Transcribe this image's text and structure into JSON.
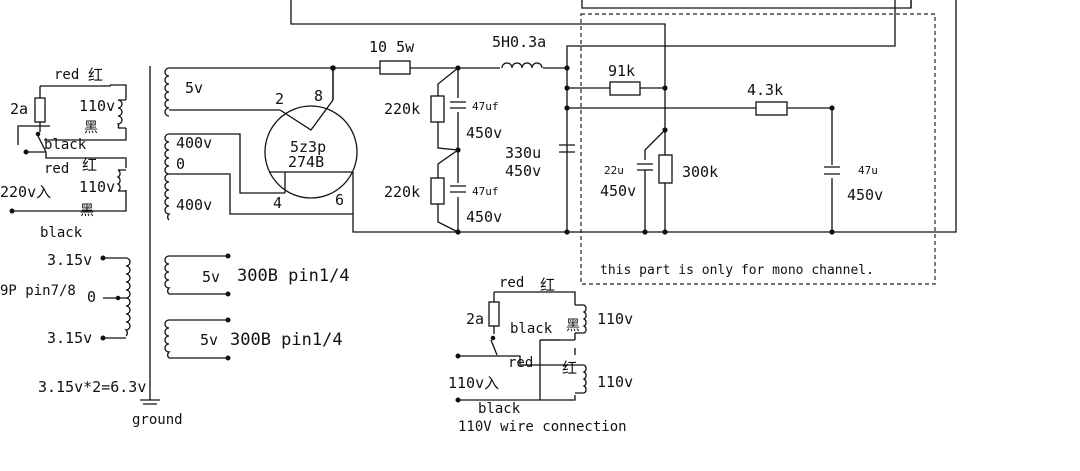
{
  "labels": {
    "fuse_left": "2a",
    "wire_red_1": "red",
    "hanzi_hong_1": "红",
    "v110_1": "110v",
    "hanzi_hei_1": "黑",
    "wire_black_1": "black",
    "wire_red_2": "red",
    "hanzi_hong_2": "红",
    "input_220": "220v入",
    "v110_2": "110v",
    "hanzi_hei_2": "黑",
    "wire_black_2": "black",
    "v5_rect": "5v",
    "hv400_top": "400v",
    "hv0": "0",
    "hv400_bot": "400v",
    "tube_pin2": "2",
    "tube_pin8": "8",
    "tube_type": "5z3p",
    "tube_alt": "274B",
    "tube_pin4": "4",
    "tube_pin6": "6",
    "resistor_10_5w": "10 5w",
    "choke": "5H0.3a",
    "res_220k_1": "220k",
    "cap_47uf_1": "47uf",
    "cap_450v_1": "450v",
    "res_220k_2": "220k",
    "cap_47uf_2": "47uf",
    "cap_450v_2": "450v",
    "cap_330u": "330u",
    "cap_330u_v": "450v",
    "res_91k": "91k",
    "res_4_3k": "4.3k",
    "cap_22u": "22u",
    "cap_22u_v": "450v",
    "res_300k": "300k",
    "cap_47u": "47u",
    "cap_47u_v": "450v",
    "mono_note": "this part is only for mono channel.",
    "fil_315_top": "3.15v",
    "fil_pin": "9P pin7/8",
    "fil_0": "0",
    "fil_315_bot": "3.15v",
    "fil_formula": "3.15v*2=6.3v",
    "ground": "ground",
    "h1_5v": "5v",
    "h1_label": "300B pin1/4",
    "h2_5v": "5v",
    "h2_label": "300B pin1/4",
    "b_red": "red",
    "b_hong_1": "红",
    "b_fuse": "2a",
    "b_black": "black",
    "b_hei": "黑",
    "b_110_top": "110v",
    "b_red_2": "red",
    "b_hong_2": "红",
    "b_input": "110v入",
    "b_110_bot": "110v",
    "b_black_2": "black",
    "b_title": "110V wire connection"
  }
}
